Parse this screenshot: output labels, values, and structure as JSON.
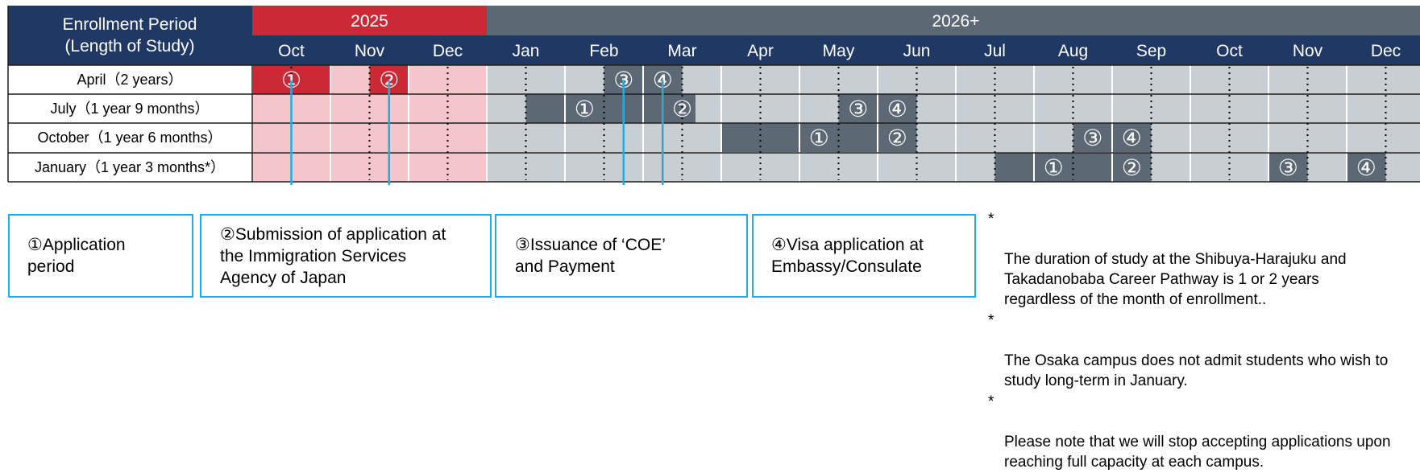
{
  "header": {
    "corner_line1": "Enrollment Period",
    "corner_line2": "(Length of Study)",
    "year_2025": "2025",
    "year_2026": "2026+"
  },
  "months": [
    "Oct",
    "Nov",
    "Dec",
    "Jan",
    "Feb",
    "Mar",
    "Apr",
    "May",
    "Jun",
    "Jul",
    "Aug",
    "Sep",
    "Oct",
    "Nov",
    "Dec"
  ],
  "rows": [
    {
      "label": "April（2 years）",
      "bars": [
        {
          "start": 0,
          "end": 1.0,
          "color": "#cc2936"
        },
        {
          "start": 1.5,
          "end": 2.0,
          "color": "#cc2936"
        },
        {
          "start": 4.5,
          "end": 5.5,
          "color": "#5c6975"
        }
      ],
      "markers": [
        {
          "num": "①",
          "pos": 0.5
        },
        {
          "num": "②",
          "pos": 1.75
        },
        {
          "num": "③",
          "pos": 4.75
        },
        {
          "num": "④",
          "pos": 5.25
        }
      ]
    },
    {
      "label": "July（1 year 9 months）",
      "bars": [
        {
          "start": 3.5,
          "end": 5.0,
          "color": "#5c6975"
        },
        {
          "start": 5.0,
          "end": 5.67,
          "color": "#5c6975"
        },
        {
          "start": 7.5,
          "end": 8.5,
          "color": "#5c6975"
        }
      ],
      "markers": [
        {
          "num": "①",
          "pos": 4.25
        },
        {
          "num": "②",
          "pos": 5.5
        },
        {
          "num": "③",
          "pos": 7.75
        },
        {
          "num": "④",
          "pos": 8.25
        }
      ]
    },
    {
      "label": "October（1 year 6 months）",
      "bars": [
        {
          "start": 6.0,
          "end": 8.5,
          "color": "#5c6975"
        },
        {
          "start": 10.5,
          "end": 11.5,
          "color": "#5c6975"
        }
      ],
      "markers": [
        {
          "num": "①",
          "pos": 7.25
        },
        {
          "num": "②",
          "pos": 8.25
        },
        {
          "num": "③",
          "pos": 10.75
        },
        {
          "num": "④",
          "pos": 11.25
        }
      ]
    },
    {
      "label": "January（1 year 3 months*）",
      "bars": [
        {
          "start": 9.5,
          "end": 11.0,
          "color": "#5c6975"
        },
        {
          "start": 11.0,
          "end": 11.5,
          "color": "#5c6975"
        },
        {
          "start": 13.0,
          "end": 13.5,
          "color": "#5c6975"
        },
        {
          "start": 14.0,
          "end": 14.5,
          "color": "#5c6975"
        }
      ],
      "markers": [
        {
          "num": "①",
          "pos": 10.25
        },
        {
          "num": "②",
          "pos": 11.25
        },
        {
          "num": "③",
          "pos": 13.25
        },
        {
          "num": "④",
          "pos": 14.25
        }
      ]
    }
  ],
  "legend": [
    {
      "text": "①Application\nperiod"
    },
    {
      "text": "②Submission of application at\nthe Immigration Services\nAgency of Japan"
    },
    {
      "text": "③Issuance of ‘COE’\nand Payment"
    },
    {
      "text": "④Visa application at\nEmbassy/Consulate"
    }
  ],
  "notes": [
    "The duration of study at the Shibuya-Harajuku and\nTakadanobaba Career Pathway is 1 or 2 years\nregardless of the month of enrollment..",
    "The Osaka campus does not admit students who wish to\nstudy long-term in January.",
    "Please note that we will stop accepting applications upon\nreaching full capacity at each campus."
  ],
  "note_marker": "*",
  "colors": {
    "navy": "#1f3864",
    "slate": "#5c6975",
    "red": "#cc2936",
    "pink": "#f4c6cb",
    "gray": "#c9ced3",
    "cyan": "#1ab0e6"
  }
}
